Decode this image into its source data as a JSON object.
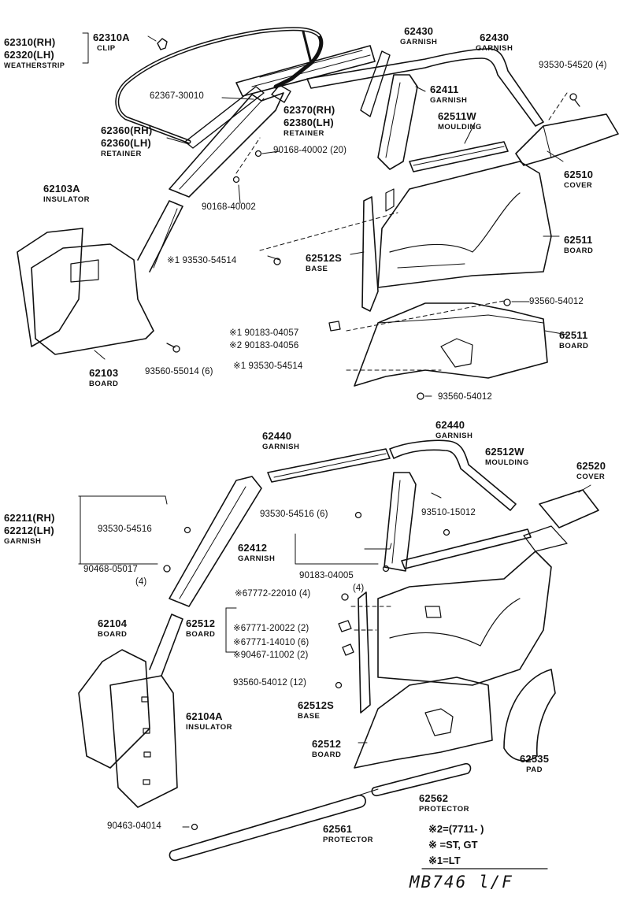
{
  "callouts": {
    "p62310A": {
      "number": "62310A",
      "name": "CLIP"
    },
    "p62310": {
      "number": "62310(RH)",
      "number2": "62320(LH)",
      "name": "WEATHERSTRIP"
    },
    "p62367": {
      "number": "62367-30010"
    },
    "p62360": {
      "number": "62360(RH)",
      "number2": "62360(LH)",
      "name": "RETAINER"
    },
    "p62430a": {
      "number": "62430",
      "name": "GARNISH"
    },
    "p62430b": {
      "number": "62430",
      "name": "GARNISH"
    },
    "p62370": {
      "number": "62370(RH)",
      "number2": "62380(LH)",
      "name": "RETAINER"
    },
    "p62411": {
      "number": "62411",
      "name": "GARNISH"
    },
    "p93530_54520": {
      "number": "93530-54520 (4)"
    },
    "p62511W": {
      "number": "62511W",
      "name": "MOULDING"
    },
    "p62510": {
      "number": "62510",
      "name": "COVER"
    },
    "p90168_20": {
      "number": "90168-40002 (20)"
    },
    "p62103A": {
      "number": "62103A",
      "name": "INSULATOR"
    },
    "p90168": {
      "number": "90168-40002"
    },
    "p62511a": {
      "number": "62511",
      "name": "BOARD"
    },
    "p93530_54514a": {
      "number": "※1 93530-54514"
    },
    "p62512S_a": {
      "number": "62512S",
      "name": "BASE"
    },
    "p93560_54012a": {
      "number": "93560-54012"
    },
    "p90183_04057": {
      "number": "※1 90183-04057"
    },
    "p90183_04056": {
      "number": "※2 90183-04056"
    },
    "p62511b": {
      "number": "62511",
      "name": "BOARD"
    },
    "p93530_54514b": {
      "number": "※1 93530-54514"
    },
    "p62103": {
      "number": "62103",
      "name": "BOARD"
    },
    "p93560_55014": {
      "number": "93560-55014 (6)"
    },
    "p93560_54012b": {
      "number": "93560-54012"
    },
    "p62440a": {
      "number": "62440",
      "name": "GARNISH"
    },
    "p62440b": {
      "number": "62440",
      "name": "GARNISH"
    },
    "p62512W": {
      "number": "62512W",
      "name": "MOULDING"
    },
    "p62520": {
      "number": "62520",
      "name": "COVER"
    },
    "p62211": {
      "number": "62211(RH)",
      "number2": "62212(LH)",
      "name": "GARNISH"
    },
    "p93530_54516": {
      "number": "93530-54516"
    },
    "p93530_54516_6": {
      "number": "93530-54516 (6)"
    },
    "p93510": {
      "number": "93510-15012"
    },
    "p90468": {
      "number": "90468-05017",
      "qty": "(4)"
    },
    "p62412": {
      "number": "62412",
      "name": "GARNISH"
    },
    "p90183_04005": {
      "number": "90183-04005",
      "qty": "(4)"
    },
    "p67772": {
      "number": "※67772-22010 (4)"
    },
    "p62104": {
      "number": "62104",
      "name": "BOARD"
    },
    "p62512_board": {
      "number": "62512",
      "name": "BOARD"
    },
    "p67771_20022": {
      "number": "※67771-20022 (2)"
    },
    "p67771_14010": {
      "number": "※67771-14010 (6)"
    },
    "p90467": {
      "number": "※90467-11002 (2)"
    },
    "p62104A": {
      "number": "62104A",
      "name": "INSULATOR"
    },
    "p93560_12": {
      "number": "93560-54012 (12)"
    },
    "p62512S_b": {
      "number": "62512S",
      "name": "BASE"
    },
    "p62512_b": {
      "number": "62512",
      "name": "BOARD"
    },
    "p62535": {
      "number": "62535",
      "name": "PAD"
    },
    "p62562": {
      "number": "62562",
      "name": "PROTECTOR"
    },
    "p90463": {
      "number": "90463-04014"
    },
    "p62561": {
      "number": "62561",
      "name": "PROTECTOR"
    }
  },
  "legend": {
    "line2": "※2=(7711-        )",
    "line_st": "※   =ST, GT",
    "line1": "※1=LT"
  },
  "drawing_code": "MB746 l/F"
}
